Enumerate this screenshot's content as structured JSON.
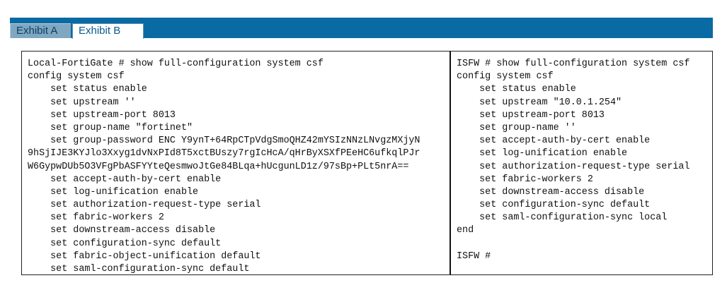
{
  "tabs": [
    {
      "label": "Exhibit A",
      "active": false
    },
    {
      "label": "Exhibit B",
      "active": true
    }
  ],
  "left_terminal": {
    "lines": [
      "Local-FortiGate # show full-configuration system csf",
      "config system csf",
      "    set status enable",
      "    set upstream ''",
      "    set upstream-port 8013",
      "    set group-name \"fortinet\"",
      "    set group-password ENC Y9ynT+64RpCTpVdgSmoQHZ42mYSIzNNzLNvgzMXjyN",
      "9hSjIJE3KYJlo3Xxyg1dvNxPId8T5xctBUszy7rgIcHcA/qHrByXSXfPEeHC6ufkqlPJr",
      "W6GypwDUb5O3VFgPbASFYYteQesmwoJtGe84BLqa+hUcgunLD1z/97sBp+PLt5nrA==",
      "    set accept-auth-by-cert enable",
      "    set log-unification enable",
      "    set authorization-request-type serial",
      "    set fabric-workers 2",
      "    set downstream-access disable",
      "    set configuration-sync default",
      "    set fabric-object-unification default",
      "    set saml-configuration-sync default"
    ]
  },
  "right_terminal": {
    "lines": [
      "ISFW # show full-configuration system csf",
      "config system csf",
      "    set status enable",
      "    set upstream \"10.0.1.254\"",
      "    set upstream-port 8013",
      "    set group-name ''",
      "    set accept-auth-by-cert enable",
      "    set log-unification enable",
      "    set authorization-request-type serial",
      "    set fabric-workers 2",
      "    set downstream-access disable",
      "    set configuration-sync default",
      "    set saml-configuration-sync local",
      "end",
      "",
      "ISFW #"
    ]
  },
  "colors": {
    "tab_bar": "#0a6aa3",
    "tab_inactive": "#7fa7c1",
    "tab_active": "#ffffff"
  }
}
